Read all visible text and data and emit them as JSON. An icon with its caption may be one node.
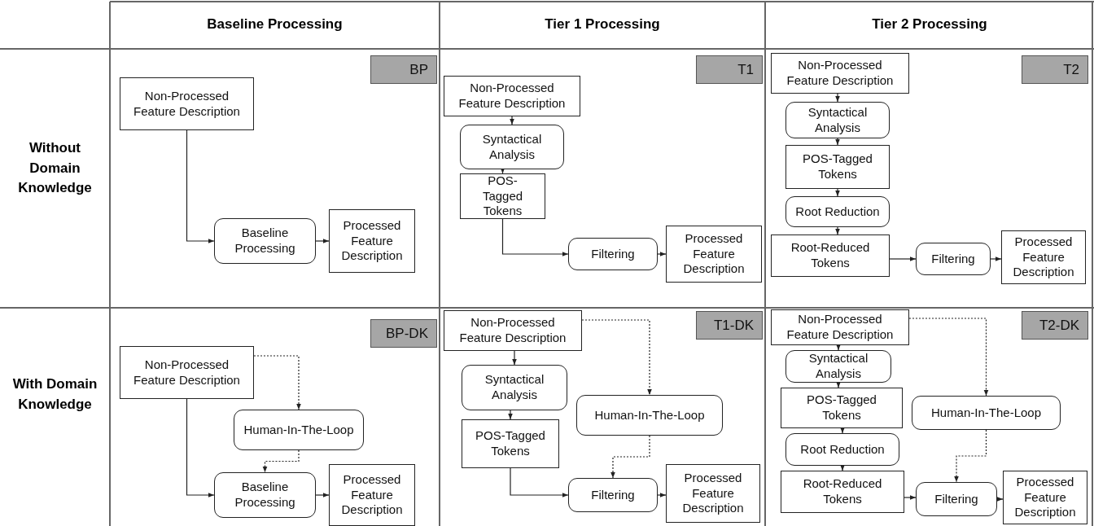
{
  "diagram": {
    "nodes": [
      {
        "text": [
          "BP"
        ]
      },
      {
        "text": [
          "Non-Processed Feature Description"
        ]
      },
      {
        "text": [
          "Baseline Processing"
        ]
      },
      {
        "text": [
          "Processed Feature Description"
        ]
      },
      {
        "text": [
          "T1"
        ]
      },
      {
        "text": [
          "Non-Processed Feature Description"
        ]
      },
      {
        "text": [
          "Syntactical Analysis"
        ]
      },
      {
        "text": [
          "POS-Tagged Tokens"
        ]
      },
      {
        "text": [
          "Filtering"
        ]
      },
      {
        "text": [
          "Processed Feature Description"
        ]
      },
      {
        "text": [
          "T2"
        ]
      },
      {
        "text": [
          "Non-Processed Feature Description"
        ]
      },
      {
        "text": [
          "Syntactical Analysis"
        ]
      },
      {
        "text": [
          "POS-Tagged Tokens"
        ]
      },
      {
        "text": [
          "Root Reduction"
        ]
      },
      {
        "text": [
          "Root-Reduced Tokens"
        ]
      },
      {
        "text": [
          "Filtering"
        ]
      },
      {
        "text": [
          "Processed Feature Description"
        ]
      },
      {
        "text": [
          "BP-DK"
        ]
      },
      {
        "text": [
          "Non-Processed Feature Description"
        ]
      },
      {
        "text": [
          "Human-In-The-Loop"
        ]
      },
      {
        "text": [
          "Baseline Processing"
        ]
      },
      {
        "text": [
          "Processed Feature Description"
        ]
      },
      {
        "text": [
          "T1-DK"
        ]
      },
      {
        "text": [
          "Non-Processed Feature Description"
        ]
      },
      {
        "text": [
          "Syntactical Analysis"
        ]
      },
      {
        "text": [
          "POS-Tagged Tokens"
        ]
      },
      {
        "text": [
          "Human-In-The-Loop"
        ]
      },
      {
        "text": [
          "Filtering"
        ]
      },
      {
        "text": [
          "Processed Feature Description"
        ]
      },
      {
        "text": [
          "T2-DK"
        ]
      },
      {
        "text": [
          "Non-Processed Feature Description"
        ]
      },
      {
        "text": [
          "Syntactical Analysis"
        ]
      },
      {
        "text": [
          "POS-Tagged Tokens"
        ]
      },
      {
        "text": [
          "Root Reduction"
        ]
      },
      {
        "text": [
          "Root-Reduced Tokens"
        ]
      },
      {
        "text": [
          "Human-In-The-Loop"
        ]
      },
      {
        "text": [
          "Filtering"
        ]
      },
      {
        "text": [
          "Processed Feature Description"
        ]
      }
    ],
    "edges": [
      {
        "from": 1,
        "to": 2,
        "arrow": "to"
      },
      {
        "from": 2,
        "to": 3,
        "arrow": "to"
      },
      {
        "from": 5,
        "to": 6,
        "arrow": "to"
      },
      {
        "from": 6,
        "to": 7,
        "arrow": "to"
      },
      {
        "from": 7,
        "to": 8,
        "arrow": "to"
      },
      {
        "from": 8,
        "to": 9,
        "arrow": "to"
      },
      {
        "from": 11,
        "to": 12,
        "arrow": "to"
      },
      {
        "from": 12,
        "to": 13,
        "arrow": "to"
      },
      {
        "from": 13,
        "to": 14,
        "arrow": "to"
      },
      {
        "from": 14,
        "to": 15,
        "arrow": "to"
      },
      {
        "from": 15,
        "to": 16,
        "arrow": "to"
      },
      {
        "from": 16,
        "to": 17,
        "arrow": "to"
      },
      {
        "from": 19,
        "to": 21,
        "arrow": "to"
      },
      {
        "from": 19,
        "to": 20,
        "arrow": "to",
        "style": "dashed"
      },
      {
        "from": 20,
        "to": 21,
        "arrow": "to",
        "style": "dashed"
      },
      {
        "from": 21,
        "to": 22,
        "arrow": "to"
      },
      {
        "from": 24,
        "to": 25,
        "arrow": "to"
      },
      {
        "from": 25,
        "to": 26,
        "arrow": "to"
      },
      {
        "from": 26,
        "to": 28,
        "arrow": "to"
      },
      {
        "from": 24,
        "to": 27,
        "arrow": "to",
        "style": "dashed"
      },
      {
        "from": 27,
        "to": 28,
        "arrow": "to",
        "style": "dashed"
      },
      {
        "from": 28,
        "to": 29,
        "arrow": "to"
      },
      {
        "from": 31,
        "to": 32,
        "arrow": "to"
      },
      {
        "from": 32,
        "to": 33,
        "arrow": "to"
      },
      {
        "from": 33,
        "to": 34,
        "arrow": "to"
      },
      {
        "from": 34,
        "to": 35,
        "arrow": "to"
      },
      {
        "from": 35,
        "to": 37,
        "arrow": "to"
      },
      {
        "from": 31,
        "to": 36,
        "arrow": "to",
        "style": "dashed"
      },
      {
        "from": 36,
        "to": 37,
        "arrow": "to",
        "style": "dashed"
      },
      {
        "from": 37,
        "to": 38,
        "arrow": "to"
      }
    ],
    "labels": [
      "Baseline Processing",
      "Tier 1 Processing",
      "Tier 2 Processing",
      "Without Domain Knowledge",
      "With Domain Knowledge"
    ]
  }
}
